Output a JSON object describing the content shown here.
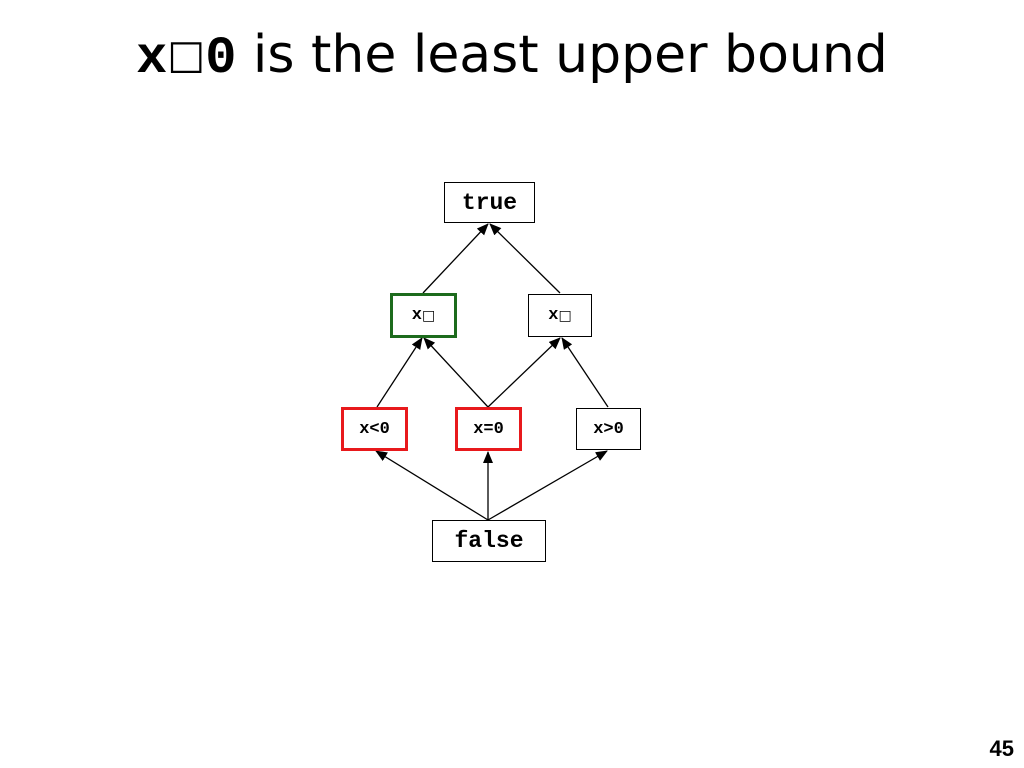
{
  "slide": {
    "title_code": "x",
    "title_glyph": "□",
    "title_value": "0",
    "title_text": " is the least upper bound",
    "page_number": "45"
  },
  "lattice": {
    "nodes": {
      "true": "true",
      "x_le": "x",
      "x_ge": "x",
      "x_lt": "x<0",
      "x_eq": "x=0",
      "x_gt": "x>0",
      "false": "false"
    },
    "missing_glyph": "□",
    "colors": {
      "highlight_red": "#e8191c",
      "highlight_green": "#1d6b1d"
    }
  }
}
